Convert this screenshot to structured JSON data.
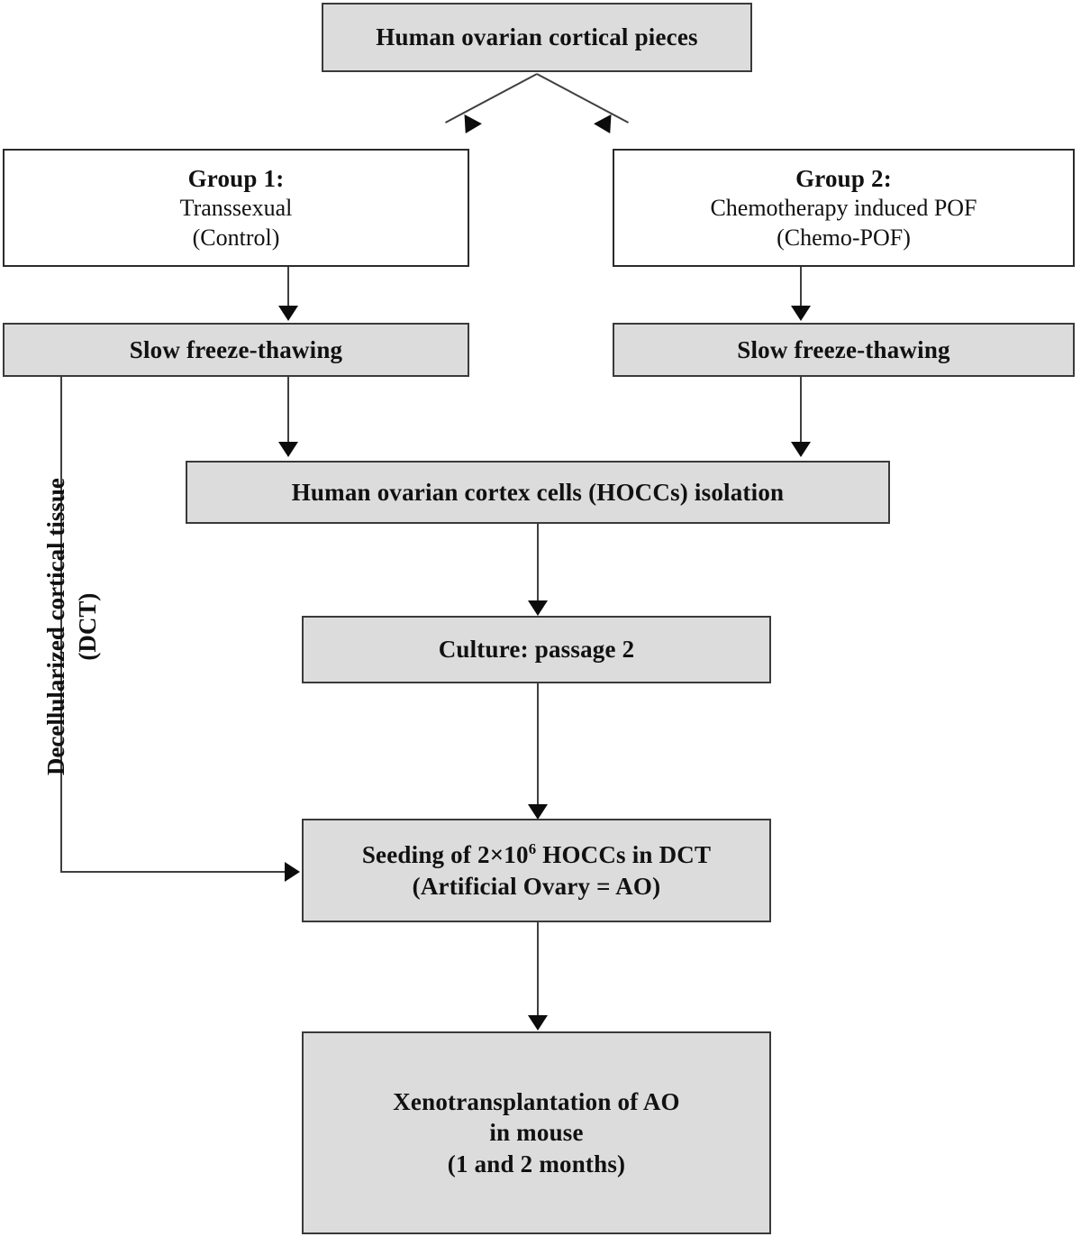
{
  "diagram": {
    "title": "Human ovarian cortical pieces study design flowchart",
    "colors": {
      "filled_box_background": "#dcdcdc",
      "plain_box_background": "#ffffff",
      "box_border": "#3a3a3a",
      "connector": "#3f3f3f",
      "arrow_head": "#0c0c0c",
      "text": "#111111"
    },
    "nodes": {
      "root": {
        "label": "Human ovarian cortical pieces",
        "style": "filled"
      },
      "group1": {
        "heading": "Group 1:",
        "line2": "Transsexual",
        "line3": "(Control)",
        "style": "plain"
      },
      "group2": {
        "heading": "Group 2:",
        "line2": "Chemotherapy induced POF",
        "line3": "(Chemo-POF)",
        "style": "plain"
      },
      "freeze_left": {
        "label": "Slow freeze-thawing",
        "style": "filled"
      },
      "freeze_right": {
        "label": "Slow freeze-thawing",
        "style": "filled"
      },
      "isolation": {
        "label": "Human ovarian cortex cells (HOCCs) isolation",
        "style": "filled"
      },
      "culture": {
        "label": "Culture: passage 2",
        "style": "filled"
      },
      "seeding": {
        "line1_prefix": "Seeding of 2×10",
        "line1_sup": "6",
        "line1_suffix": " HOCCs in DCT",
        "line2": "(Artificial Ovary = AO)",
        "style": "filled"
      },
      "xeno": {
        "line1": "Xenotransplantation of AO",
        "line2": "in mouse",
        "line3": "(1 and 2 months)",
        "style": "filled"
      }
    },
    "side_label": {
      "line1": "Decellularized cortical tissue",
      "line2": "(DCT)"
    }
  }
}
